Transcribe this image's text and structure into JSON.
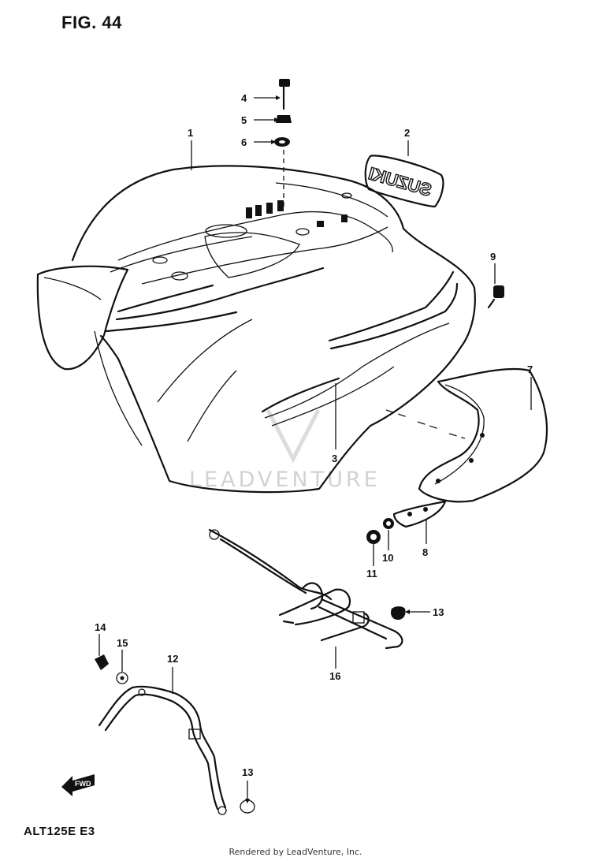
{
  "figure": {
    "title": "FIG. 44",
    "model": "ALT125E  E3",
    "credit": "Rendered by LeadVenture, Inc.",
    "watermark": "LEADVENTURE",
    "fwd_label": "FWD",
    "emblem_text": "SUZUKI"
  },
  "callouts": {
    "c1": "1",
    "c2": "2",
    "c3": "3",
    "c4": "4",
    "c5": "5",
    "c6": "6",
    "c7": "7",
    "c8": "8",
    "c9": "9",
    "c10": "10",
    "c11": "11",
    "c12": "12",
    "c13a": "13",
    "c13b": "13",
    "c14": "14",
    "c15": "15",
    "c16": "16"
  }
}
